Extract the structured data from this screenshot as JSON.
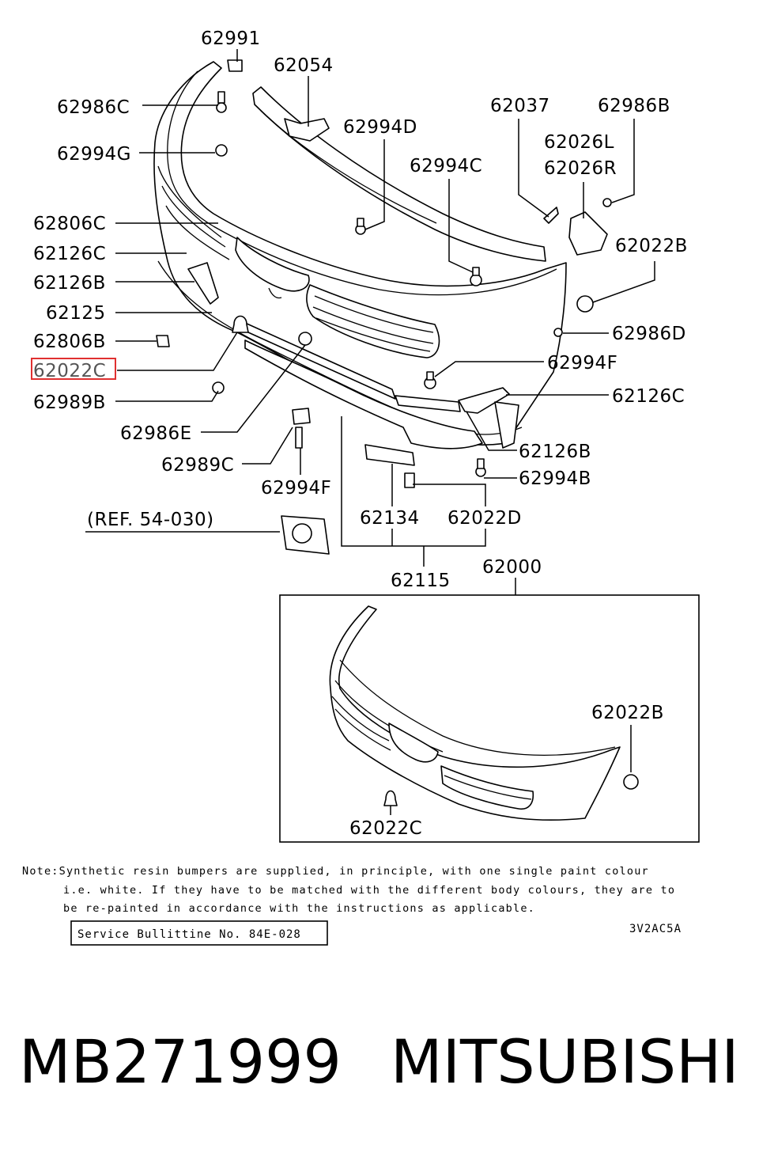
{
  "labels": {
    "l62991": "62991",
    "l62054": "62054",
    "l62986C": "62986C",
    "l62994G": "62994G",
    "l62994D": "62994D",
    "l62037": "62037",
    "l62986B": "62986B",
    "l62026L": "62026L",
    "l62026R": "62026R",
    "l62994C": "62994C",
    "l62806C": "62806C",
    "l62126C_left": "62126C",
    "l62126B_left": "62126B",
    "l62125": "62125",
    "l62806B": "62806B",
    "l62022C_highlight": "62022C",
    "l62989B": "62989B",
    "l62986E": "62986E",
    "l62989C": "62989C",
    "l62994F_bottom": "62994F",
    "l62022B_top": "62022B",
    "l62986D": "62986D",
    "l62994F_right": "62994F",
    "l62126C_right": "62126C",
    "l62126B_right": "62126B",
    "l62994B": "62994B",
    "l62134": "62134",
    "l62022D": "62022D",
    "ref": "(REF. 54-030)",
    "l62115": "62115",
    "l62000": "62000",
    "l62022B_box": "62022B",
    "l62022C_box": "62022C"
  },
  "note": {
    "line1": "Note:Synthetic resin bumpers are supplied, in principle, with one single paint colour",
    "line2": "i.e. white. If they have to be matched with the different body colours, they are to",
    "line3": "be re-painted in accordance with the instructions as applicable."
  },
  "service_bulletin": "Service Bullittine No. 84E-028",
  "drawing_code": "3V2AC5A",
  "footer": {
    "part_number": "MB271999",
    "brand": "MITSUBISHI"
  },
  "colors": {
    "highlight": "#e03030",
    "line": "#000000"
  }
}
